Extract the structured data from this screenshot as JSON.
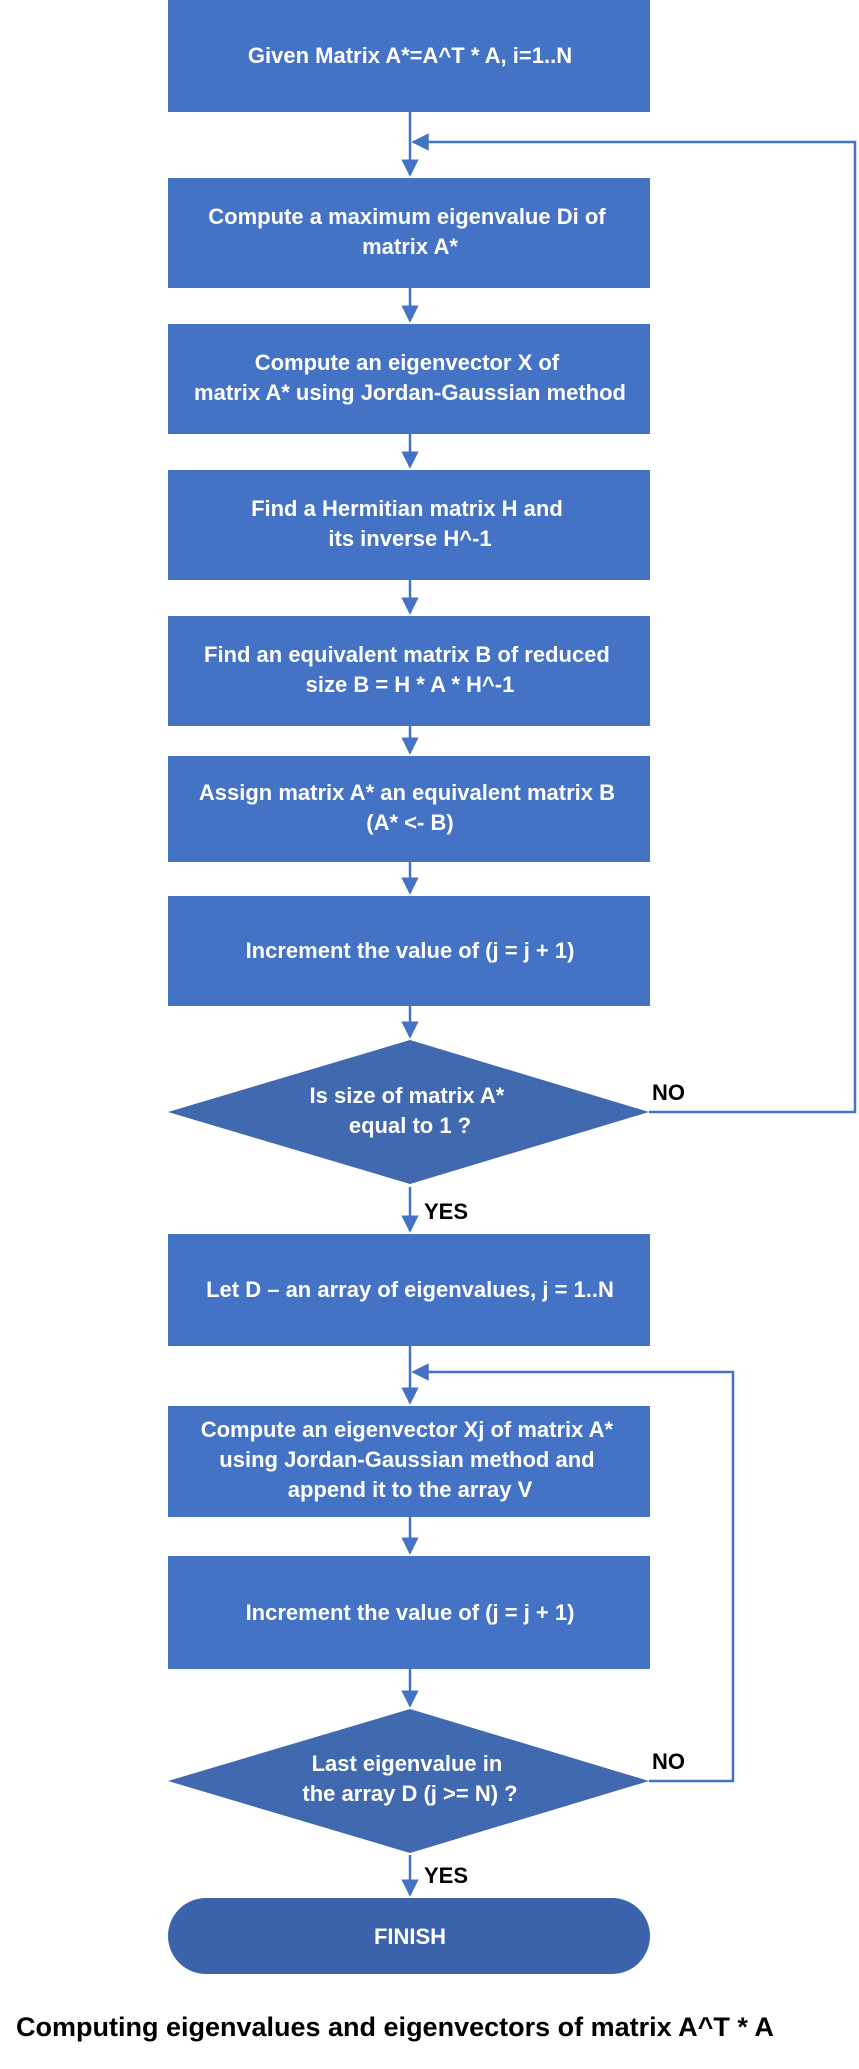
{
  "colors": {
    "fill": "#4472c4",
    "decision_fill": "#4169b0",
    "terminal_fill": "#3b63ab",
    "line": "#4472c4",
    "text": "#ffffff",
    "label_text": "#000000"
  },
  "nodes": {
    "given": {
      "lines": [
        "Given Matrix A*=A^T * A, i=1..N"
      ]
    },
    "max_eig": {
      "lines": [
        "Compute a maximum eigenvalue Di of",
        "matrix A*"
      ]
    },
    "eigvec": {
      "lines": [
        "Compute an eigenvector X of",
        "matrix A* using Jordan-Gaussian method"
      ]
    },
    "hermitian": {
      "lines": [
        "Find a Hermitian matrix H and",
        "its inverse H^-1"
      ]
    },
    "equivalent": {
      "lines": [
        "Find an equivalent matrix B of reduced",
        "size B = H * A * H^-1"
      ]
    },
    "assign": {
      "lines": [
        "Assign matrix A* an equivalent matrix B",
        "(A* <- B)"
      ]
    },
    "increment1": {
      "lines": [
        "Increment the value of (j = j + 1)"
      ]
    },
    "size_check": {
      "lines": [
        "Is size of matrix A*",
        "equal to 1 ?"
      ]
    },
    "let_d": {
      "lines": [
        "Let D – an array of eigenvalues, j = 1..N"
      ]
    },
    "eigvec_j": {
      "lines": [
        "Compute an eigenvector Xj of matrix A*",
        "using Jordan-Gaussian method and",
        "append it to the array V"
      ]
    },
    "increment2": {
      "lines": [
        "Increment the value of (j = j + 1)"
      ]
    },
    "last_check": {
      "lines": [
        "Last eigenvalue in",
        "the array D (j >= N) ?"
      ]
    },
    "finish": {
      "lines": [
        "FINISH"
      ]
    }
  },
  "edge_labels": {
    "size_no": "NO",
    "size_yes": "YES",
    "last_no": "NO",
    "last_yes": "YES"
  },
  "caption": "Computing eigenvalues and eigenvectors of matrix A^T * A"
}
